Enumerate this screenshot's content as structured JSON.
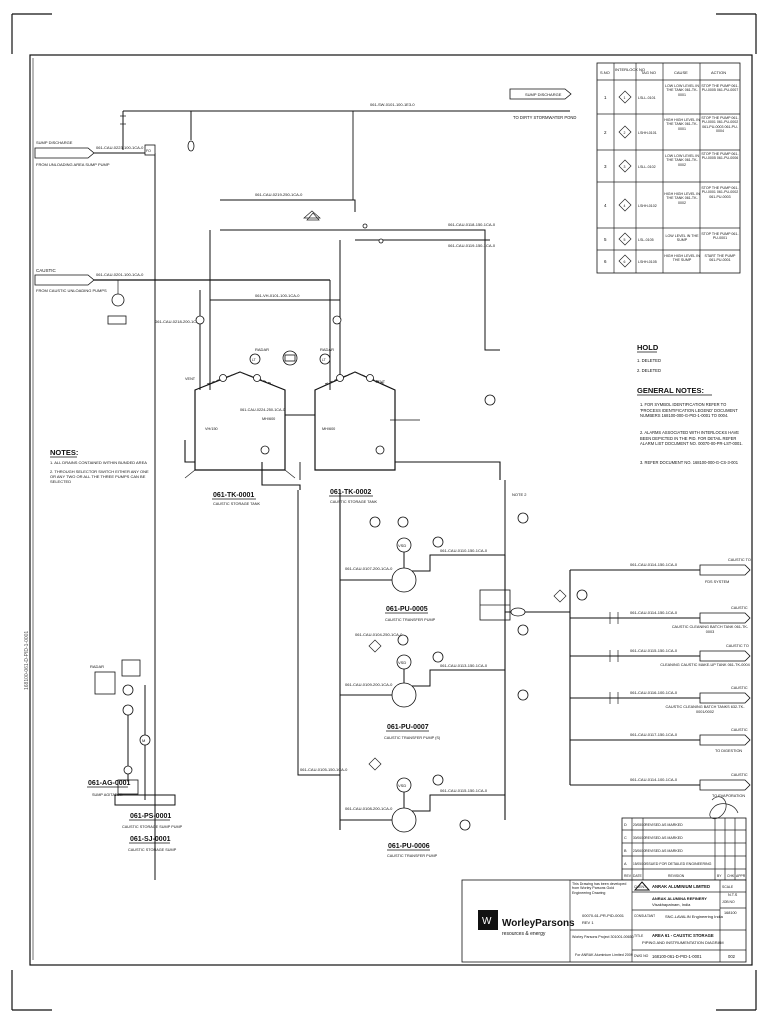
{
  "interlock_table": {
    "headers": [
      "S.NO",
      "INTERLOCK NO",
      "TAG NO",
      "CAUSE",
      "ACTION"
    ],
    "rows": [
      {
        "sno": "1",
        "ilk": "1",
        "tag": "LSLL-0101",
        "cause": "LOW LOW LEVEL IN THE TANK 061-TK-0001",
        "action": "STOP THE PUMP 061-PU-0005 061-PU-0007"
      },
      {
        "sno": "2",
        "ilk": "2",
        "tag": "LSHH-0101",
        "cause": "HIGH HIGH LEVEL IN THE TANK 061-TK-0001",
        "action": "STOP THE PUMP 061-PU-0001 061-PU-0002 061-PU-0003 061-PU-0004"
      },
      {
        "sno": "3",
        "ilk": "3",
        "tag": "LSLL-0102",
        "cause": "LOW LOW LEVEL IN THE TANK 061-TK-0002",
        "action": "STOP THE PUMP 061-PU-0005 061-PU-0006"
      },
      {
        "sno": "4",
        "ilk": "4",
        "tag": "LSHH-0102",
        "cause": "HIGH HIGH LEVEL IN THE TANK 061-TK-0002",
        "action": "STOP THE PUMP 061-PU-0001 061-PU-0002 061-PU-0003"
      },
      {
        "sno": "5",
        "ilk": "5",
        "tag": "LSL-0105",
        "cause": "LOW LEVEL IN THE SUMP",
        "action": "STOP THE PUMP 061-PU-0001"
      },
      {
        "sno": "6",
        "ilk": "6",
        "tag": "LSHH-0105",
        "cause": "HIGH HIGH LEVEL IN THE SUMP",
        "action": "START THE PUMP 061-PU-0001"
      }
    ]
  },
  "hold": {
    "title": "HOLD",
    "items": [
      "1. DELETED",
      "2. DELETED"
    ]
  },
  "general_notes": {
    "title": "GENERAL NOTES:",
    "items": [
      "1. FOR SYMBOL IDENTIFICATION REFER TO 'PROCESS IDENTIFICATION LEGEND' DOCUMENT NUMBERS 168100-000-G-PID-1-0001 TO 0004.",
      "2. ALARMS ASSOCIATED WITH INTERLOCKS HAVE BEEN DEPICTED IN THE PID. FOR DETAIL REFER ALARM LIST DOCUMENT NO. 00070-00-PR-LST-0001.",
      "3. REFER DOCUMENT NO. 168100-000-G-CS-3-001"
    ]
  },
  "notes": {
    "title": "NOTES:",
    "items": [
      "1. ALL DRAINS CONTAINED WITHIN BUNDED AREA",
      "2. THROUGH SELECTOR SWITCH EITHER ANY ONE OR ANY TWO OR ALL THE THREE PUMPS CAN BE SELECTED"
    ]
  },
  "line_labels": {
    "sump_discharge_top": "SUMP DISCHARGE",
    "to_dirty_storm": "TO DIRTY STORMWATER POND",
    "sump_discharge_left": "SUMP DISCHARGE",
    "from_unloading": "FROM UNLOADING AREA SUMP PUMP",
    "caustic": "CAUSTIC",
    "from_caustic_unloading": "FROM CAUSTIC UNLOADING PUMPS",
    "line_top": "061-SW-0101-100-1E3-0",
    "line_a": "061-CAU-0223-100-1CA-0",
    "line_b": "061-CAU-0201-100-1CA-0",
    "line_c": "061-CAU-0219-250-1CA-0",
    "line_d": "061-CAU-0114-150-1CA-0",
    "vent": "VENT",
    "radar": "RADAR",
    "note2": "NOTE 2"
  },
  "equipment": {
    "tk1": "061-TK-0001",
    "tk1_sub": "CAUSTIC STORAGE TANK",
    "tk2": "061-TK-0002",
    "tk2_sub": "CAUSTIC STORAGE TANK",
    "pu5": "061-PU-0005",
    "pu5_sub": "CAUSTIC TRANSFER PUMP",
    "pu7": "061-PU-0007",
    "pu7_sub": "CAUSTIC TRANSFER PUMP (S)",
    "pu6": "061-PU-0006",
    "pu6_sub": "CAUSTIC TRANSFER PUMP",
    "ag": "061-AG-0001",
    "ag_sub": "SUMP AGITATOR",
    "ps": "061-PS-0001",
    "ps_sub": "CAUSTIC STORAGE SUMP PUMP",
    "sj": "061-SJ-0001",
    "sj_sub": "CAUSTIC STORAGE SUMP"
  },
  "destinations": [
    {
      "title": "CAUSTIC TO",
      "sub": "FDS SYSTEM"
    },
    {
      "title": "CAUSTIC",
      "sub": "CAUSTIC CLEANING BATCH TANK 061-TK-0003"
    },
    {
      "title": "CAUSTIC TO",
      "sub": "CLEANING CAUSTIC MAKE-UP TANK 061-TK-0004"
    },
    {
      "title": "CAUSTIC",
      "sub": "CAUSTIC CLEANING BATCH TANKS 632-TK-0001/0002"
    },
    {
      "title": "CAUSTIC",
      "sub": "TO DIGESTION"
    },
    {
      "title": "CAUSTIC",
      "sub": "TO EVAPORATION"
    }
  ],
  "revisions": [
    {
      "rev": "D",
      "date": "20/08/10",
      "desc": "REVISED AS MARKED"
    },
    {
      "rev": "C",
      "date": "30/06/10",
      "desc": "REVISED AS MARKED"
    },
    {
      "rev": "B",
      "date": "23/06/10",
      "desc": "REVISED AS MARKED"
    },
    {
      "rev": "A",
      "date": "15/05/10",
      "desc": "ISSUED FOR DETAILED ENGINEERING"
    }
  ],
  "rev_headers": [
    "REV",
    "DATE",
    "REVISION",
    "BY",
    "CHK",
    "APPR"
  ],
  "title_block": {
    "disclaimer": "This Drawing has been developed from Worley Parsons Gold Engineering Drawing",
    "drawing_no": "00070-61-PR-PID-0001",
    "rev": "REV 1",
    "project": "Worley Parsons Project 301001-00650",
    "client_note": "For ANRAK Aluminium Limited 2009",
    "company": "WorleyParsons",
    "tagline": "resources & energy",
    "client": "ANRAK ALUMINIUM LIMITED",
    "plant": "ANRAK ALUMINA REFINERY",
    "location": "Visakhapatnam, India",
    "consultant": "SNC-LAVALIN Engineering India",
    "area_title": "AREA 61 - CAUSTIC STORAGE",
    "title2": "PIPING AND INSTRUMENTATION DIAGRAM",
    "doc_no": "168100-061-D-PID-1-0001",
    "sheet": "002",
    "job_label": "JOB NO",
    "job_no": "168100",
    "scale_label": "SCALE",
    "scale": "N.T.S",
    "title_label": "TITLE",
    "dwg_label": "DWG NO",
    "consultant_label": "CONSULTANT",
    "client_label": "CLIENT"
  }
}
